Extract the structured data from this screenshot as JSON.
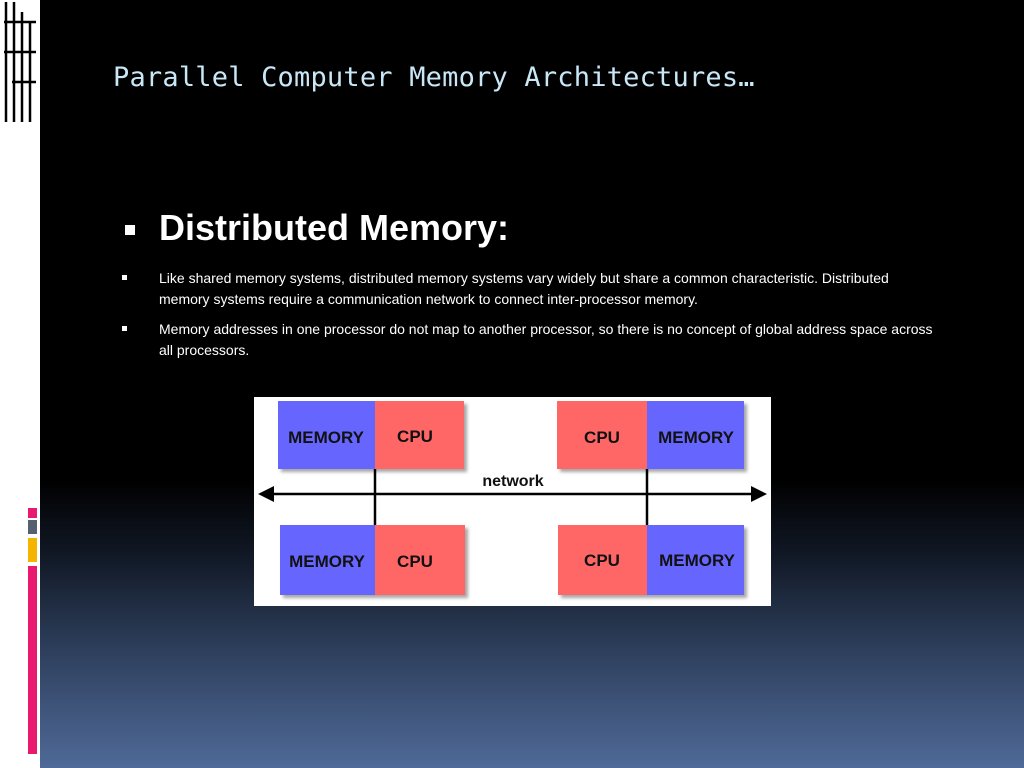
{
  "slide": {
    "title": "Parallel Computer Memory Architectures…",
    "heading": "Distributed Memory:",
    "bullets": [
      "Like shared memory systems, distributed memory systems vary widely but share a common characteristic. Distributed memory systems require a communication network to connect inter-processor memory.",
      "Memory addresses in one processor do not map to another processor, so there is no concept of global address space across all processors."
    ]
  },
  "diagram": {
    "network_label": "network",
    "nodes": [
      {
        "memory_label": "MEMORY",
        "cpu_label": "CPU"
      },
      {
        "cpu_label": "CPU",
        "memory_label": "MEMORY"
      },
      {
        "memory_label": "MEMORY",
        "cpu_label": "CPU"
      },
      {
        "cpu_label": "CPU",
        "memory_label": "MEMORY"
      }
    ],
    "colors": {
      "memory": "#6666ff",
      "cpu": "#ff6666",
      "background": "#ffffff"
    }
  },
  "theme": {
    "accent_colors": [
      "#e8196e",
      "#556070",
      "#f4b400",
      "#e8196e"
    ]
  }
}
